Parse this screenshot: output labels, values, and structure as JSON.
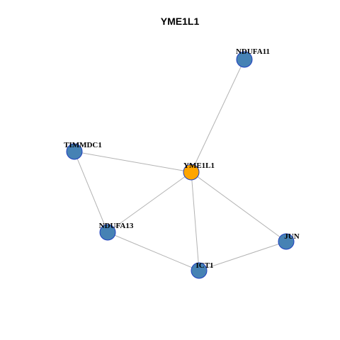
{
  "graph": {
    "title": "YME1L1",
    "colors": {
      "hub": "#ffa500",
      "node": "#4682b4",
      "node_border": "#1f3fbf",
      "hub_border": "#333333",
      "edge": "#b3b3b3",
      "text": "#000000"
    },
    "nodes": [
      {
        "id": "YME1L1",
        "label": "YME1L1",
        "role": "hub"
      },
      {
        "id": "NDUFA11",
        "label": "NDUFA11",
        "role": "neighbor"
      },
      {
        "id": "TIMMDC1",
        "label": "TIMMDC1",
        "role": "neighbor"
      },
      {
        "id": "NDUFA13",
        "label": "NDUFA13",
        "role": "neighbor"
      },
      {
        "id": "JUN",
        "label": "JUN",
        "role": "neighbor"
      },
      {
        "id": "ICT1",
        "label": "ICT1",
        "role": "neighbor"
      }
    ],
    "edges": [
      [
        "YME1L1",
        "NDUFA11"
      ],
      [
        "YME1L1",
        "TIMMDC1"
      ],
      [
        "YME1L1",
        "NDUFA13"
      ],
      [
        "YME1L1",
        "ICT1"
      ],
      [
        "YME1L1",
        "JUN"
      ],
      [
        "TIMMDC1",
        "NDUFA13"
      ],
      [
        "NDUFA13",
        "ICT1"
      ],
      [
        "ICT1",
        "JUN"
      ]
    ]
  }
}
